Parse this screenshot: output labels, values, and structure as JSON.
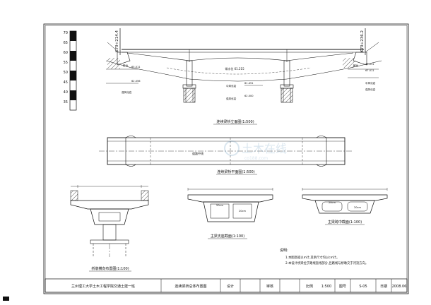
{
  "scale_ruler": {
    "ticks": [
      "70",
      "65",
      "60",
      "55",
      "50",
      "45",
      "40",
      "35"
    ]
  },
  "elevation_view": {
    "title": "连续梁桥立面图(1:500)",
    "left_station": "K79+214.4",
    "right_station": "K79+236.2",
    "left_labels": [
      "桥台",
      "65.011",
      "强风化岩",
      "62.056"
    ],
    "right_labels": [
      "桥台",
      "70.011",
      "67.011",
      "中风化岩",
      "强风化岩"
    ],
    "water_level": "常水位 61.215",
    "pier_labels": [
      "中风化岩",
      "61.451",
      "强风化岩",
      "62.000"
    ]
  },
  "plan_view": {
    "title": "连续梁桥平面图(1:500)",
    "centerline_label": "道路中线"
  },
  "pier_cross_section": {
    "title": "桥墩横向布置图(1:100)"
  },
  "support_section": {
    "title": "主梁支座截面(1:100)",
    "cell_labels": [
      "20cm",
      "20cm"
    ]
  },
  "midspan_section": {
    "title": "主梁跨中截面(1:100)",
    "cell_labels": [
      "20cm",
      "20cm"
    ]
  },
  "notes": {
    "heading": "说明:",
    "items": [
      "1.本图高程以m计,其余尺寸均以cm计。",
      "2.本设计桥梁位于路线直线部分,且路线与桥墩交于河流方向。"
    ]
  },
  "watermark": {
    "main": "土木在线",
    "sub": "co188.com"
  },
  "title_block": {
    "school": "兰州理工大学土木工程学院交通土建一班",
    "drawing_name": "连续梁桥总体布置图",
    "design_label": "设计",
    "review_label": "审核",
    "scale_label": "比例",
    "scale_value": "1:500",
    "sheet_label": "图号",
    "sheet_value": "S-05",
    "date_label": "日期",
    "date_value": "2008.06"
  }
}
